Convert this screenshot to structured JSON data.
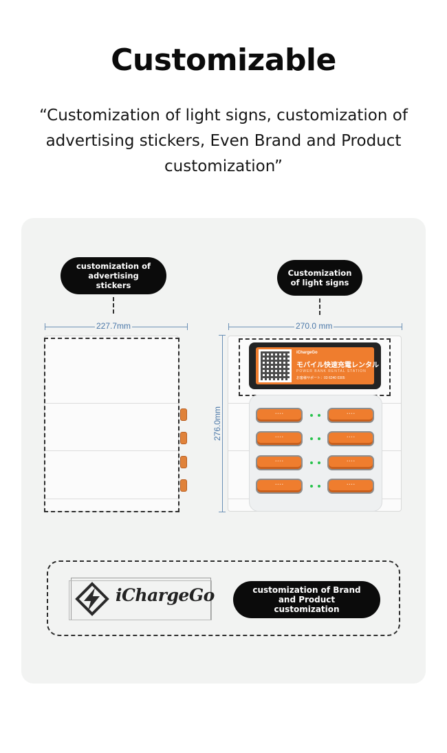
{
  "heading": {
    "title": "Customizable",
    "subtitle": "“Customization of light signs, customization of advertising stickers, Even Brand and Product customization”"
  },
  "callouts": {
    "advertising": "customization of advertising stickers",
    "light_signs": "Customization of light signs",
    "brand": "customization of Brand and Product customization"
  },
  "dimensions": {
    "side_width": "227.7mm",
    "front_width": "270.0 mm",
    "height": "276.0mm"
  },
  "screen": {
    "brand": "iChargeGo",
    "main_text": "モバイル快速充電レンタル",
    "sub_text": "POWER BANK RENTAL STATION",
    "support": "お客様サポート：03 6240 0305"
  },
  "logo": {
    "text": "iChargeGo",
    "icon": "lightning-bolt-icon"
  },
  "colors": {
    "accent": "#ef7d2e",
    "dimension": "#4a77a8",
    "led": "#27c24c",
    "panel": "#f2f3f2"
  }
}
